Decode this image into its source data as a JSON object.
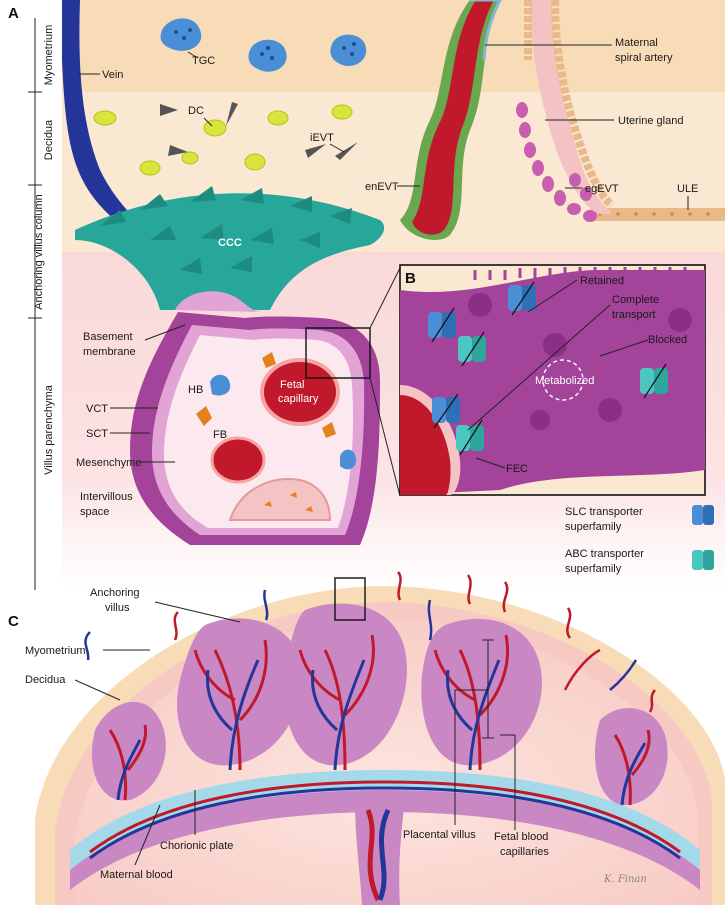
{
  "panels": {
    "a": "A",
    "b": "B",
    "c": "C"
  },
  "layers": {
    "myometrium": "Myometrium",
    "decidua": "Decidua",
    "anchoring_column": "Anchoring villus column",
    "villus_parenchyma": "Villus parenchyma"
  },
  "panel_a_labels": {
    "vein": "Vein",
    "tgc": "TGC",
    "maternal_artery": "Maternal spiral artery",
    "dc": "DC",
    "ievt": "iEVT",
    "uterine_gland": "Uterine gland",
    "envt": "enEVT",
    "egevt": "egEVT",
    "ule": "ULE",
    "ccc": "CCC",
    "basement_membrane": "Basement membrane",
    "hb": "HB",
    "fetal_capillary": "Fetal capillary",
    "vct": "VCT",
    "sct": "SCT",
    "fb": "FB",
    "mesenchyme": "Mesenchyme",
    "intervillous_space": "Intervillous space"
  },
  "panel_b_labels": {
    "retained": "Retained",
    "complete_transport": "Complete transport",
    "blocked": "Blocked",
    "metabolized": "Metabolized",
    "fec": "FEC"
  },
  "legend": {
    "slc": "SLC transporter superfamily",
    "abc": "ABC transporter superfamily",
    "slc_color": "#4a8fd6",
    "abc_color": "#4cc6c0"
  },
  "panel_c_labels": {
    "anchoring_villus": "Anchoring villus",
    "myometrium": "Myometrium",
    "decidua": "Decidua",
    "placental_villus": "Placental villus",
    "fetal_blood_capillaries": "Fetal blood capillaries",
    "chorionic_plate": "Chorionic plate",
    "maternal_blood": "Maternal blood"
  },
  "signature": "K. Finan",
  "colors": {
    "myometrium": "#f8dcb8",
    "decidua": "#fbe8d2",
    "villus_bg": "#f9d8d8",
    "artery": "#c0192b",
    "vein": "#24369a",
    "syncytium": "#a3449a",
    "cytotrophoblast": "#e2a3d5",
    "ccc": "#27a69a",
    "decidual_cell": "#d7e53c"
  }
}
